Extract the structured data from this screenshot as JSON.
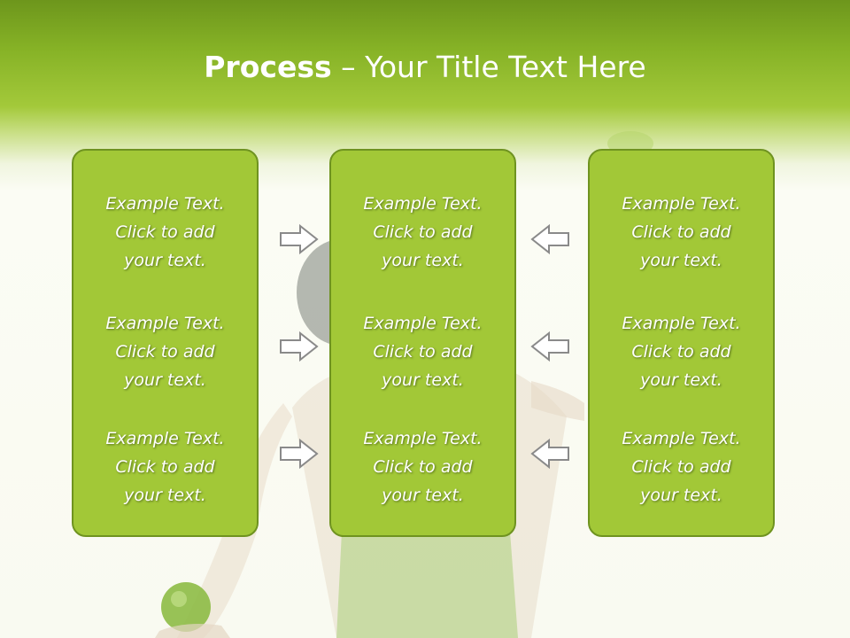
{
  "title": {
    "bold": "Process",
    "separator": " – ",
    "rest": "Your Title Text Here"
  },
  "columns": [
    {
      "items": [
        {
          "line1": "Example Text.",
          "line2": "Click  to add",
          "line3": "your text."
        },
        {
          "line1": "Example Text.",
          "line2": "Click  to add",
          "line3": "your text."
        },
        {
          "line1": "Example Text.",
          "line2": "Click  to add",
          "line3": "your text."
        }
      ]
    },
    {
      "items": [
        {
          "line1": "Example Text.",
          "line2": "Click  to add",
          "line3": "your text."
        },
        {
          "line1": "Example Text.",
          "line2": "Click  to add",
          "line3": "your text."
        },
        {
          "line1": "Example Text.",
          "line2": "Click  to add",
          "line3": "your text."
        }
      ]
    },
    {
      "items": [
        {
          "line1": "Example Text.",
          "line2": "Click  to add",
          "line3": "your text."
        },
        {
          "line1": "Example Text.",
          "line2": "Click  to add",
          "line3": "your text."
        },
        {
          "line1": "Example Text.",
          "line2": "Click  to add",
          "line3": "your text."
        }
      ]
    }
  ],
  "arrows": {
    "left_group": "arrow-right-icon",
    "right_group": "arrow-left-icon"
  },
  "colors": {
    "header_green": "#86b226",
    "box_fill": "#a2c837",
    "box_border": "#6f9320",
    "text": "#ffffff"
  }
}
